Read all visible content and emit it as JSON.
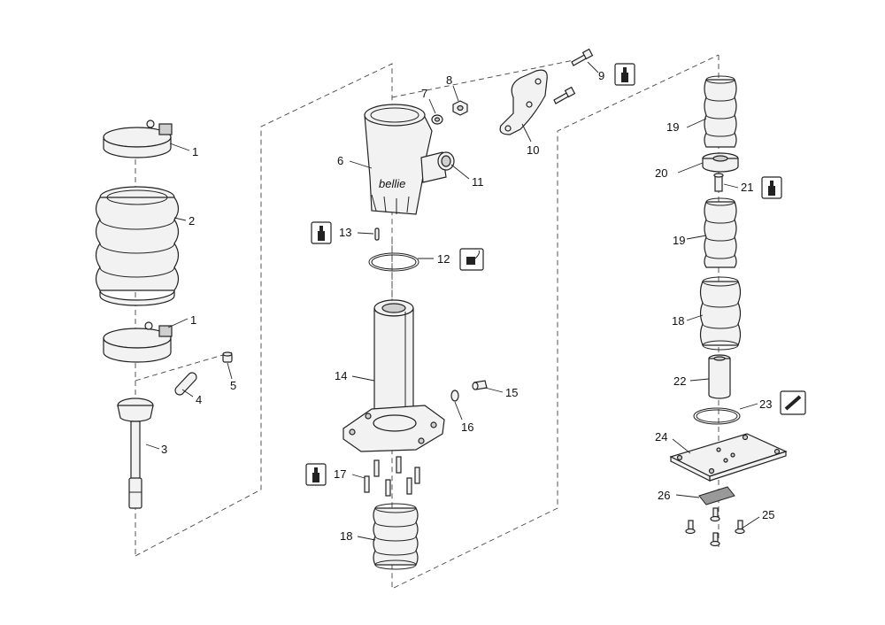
{
  "callouts": {
    "c1a": "1",
    "c1b": "1",
    "c2": "2",
    "c3": "3",
    "c4": "4",
    "c5": "5",
    "c6": "6",
    "c7": "7",
    "c8": "8",
    "c9": "9",
    "c10": "10",
    "c11": "11",
    "c12": "12",
    "c13": "13",
    "c14": "14",
    "c15": "15",
    "c16": "16",
    "c17": "17",
    "c18a": "18",
    "c18b": "18",
    "c19a": "19",
    "c19b": "19",
    "c20": "20",
    "c21": "21",
    "c22": "22",
    "c23": "23",
    "c24": "24",
    "c25": "25",
    "c26": "26"
  },
  "icons": {
    "threadlock": "threadlock-bottle-icon",
    "grease": "grease-can-icon",
    "tool": "tool-icon"
  },
  "housing_logo": "bellie"
}
